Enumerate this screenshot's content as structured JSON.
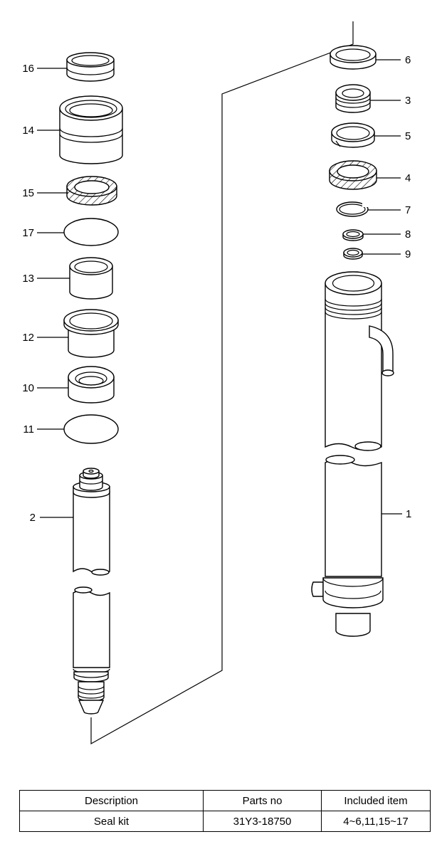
{
  "callouts": {
    "c1": "1",
    "c2": "2",
    "c3": "3",
    "c4": "4",
    "c5": "5",
    "c6": "6",
    "c7": "7",
    "c8": "8",
    "c9": "9",
    "c10": "10",
    "c11": "11",
    "c12": "12",
    "c13": "13",
    "c14": "14",
    "c15": "15",
    "c16": "16",
    "c17": "17"
  },
  "table": {
    "headers": [
      "Description",
      "Parts no",
      "Included item"
    ],
    "rows": [
      [
        "Seal kit",
        "31Y3-18750",
        "4~6,11,15~17"
      ]
    ]
  }
}
